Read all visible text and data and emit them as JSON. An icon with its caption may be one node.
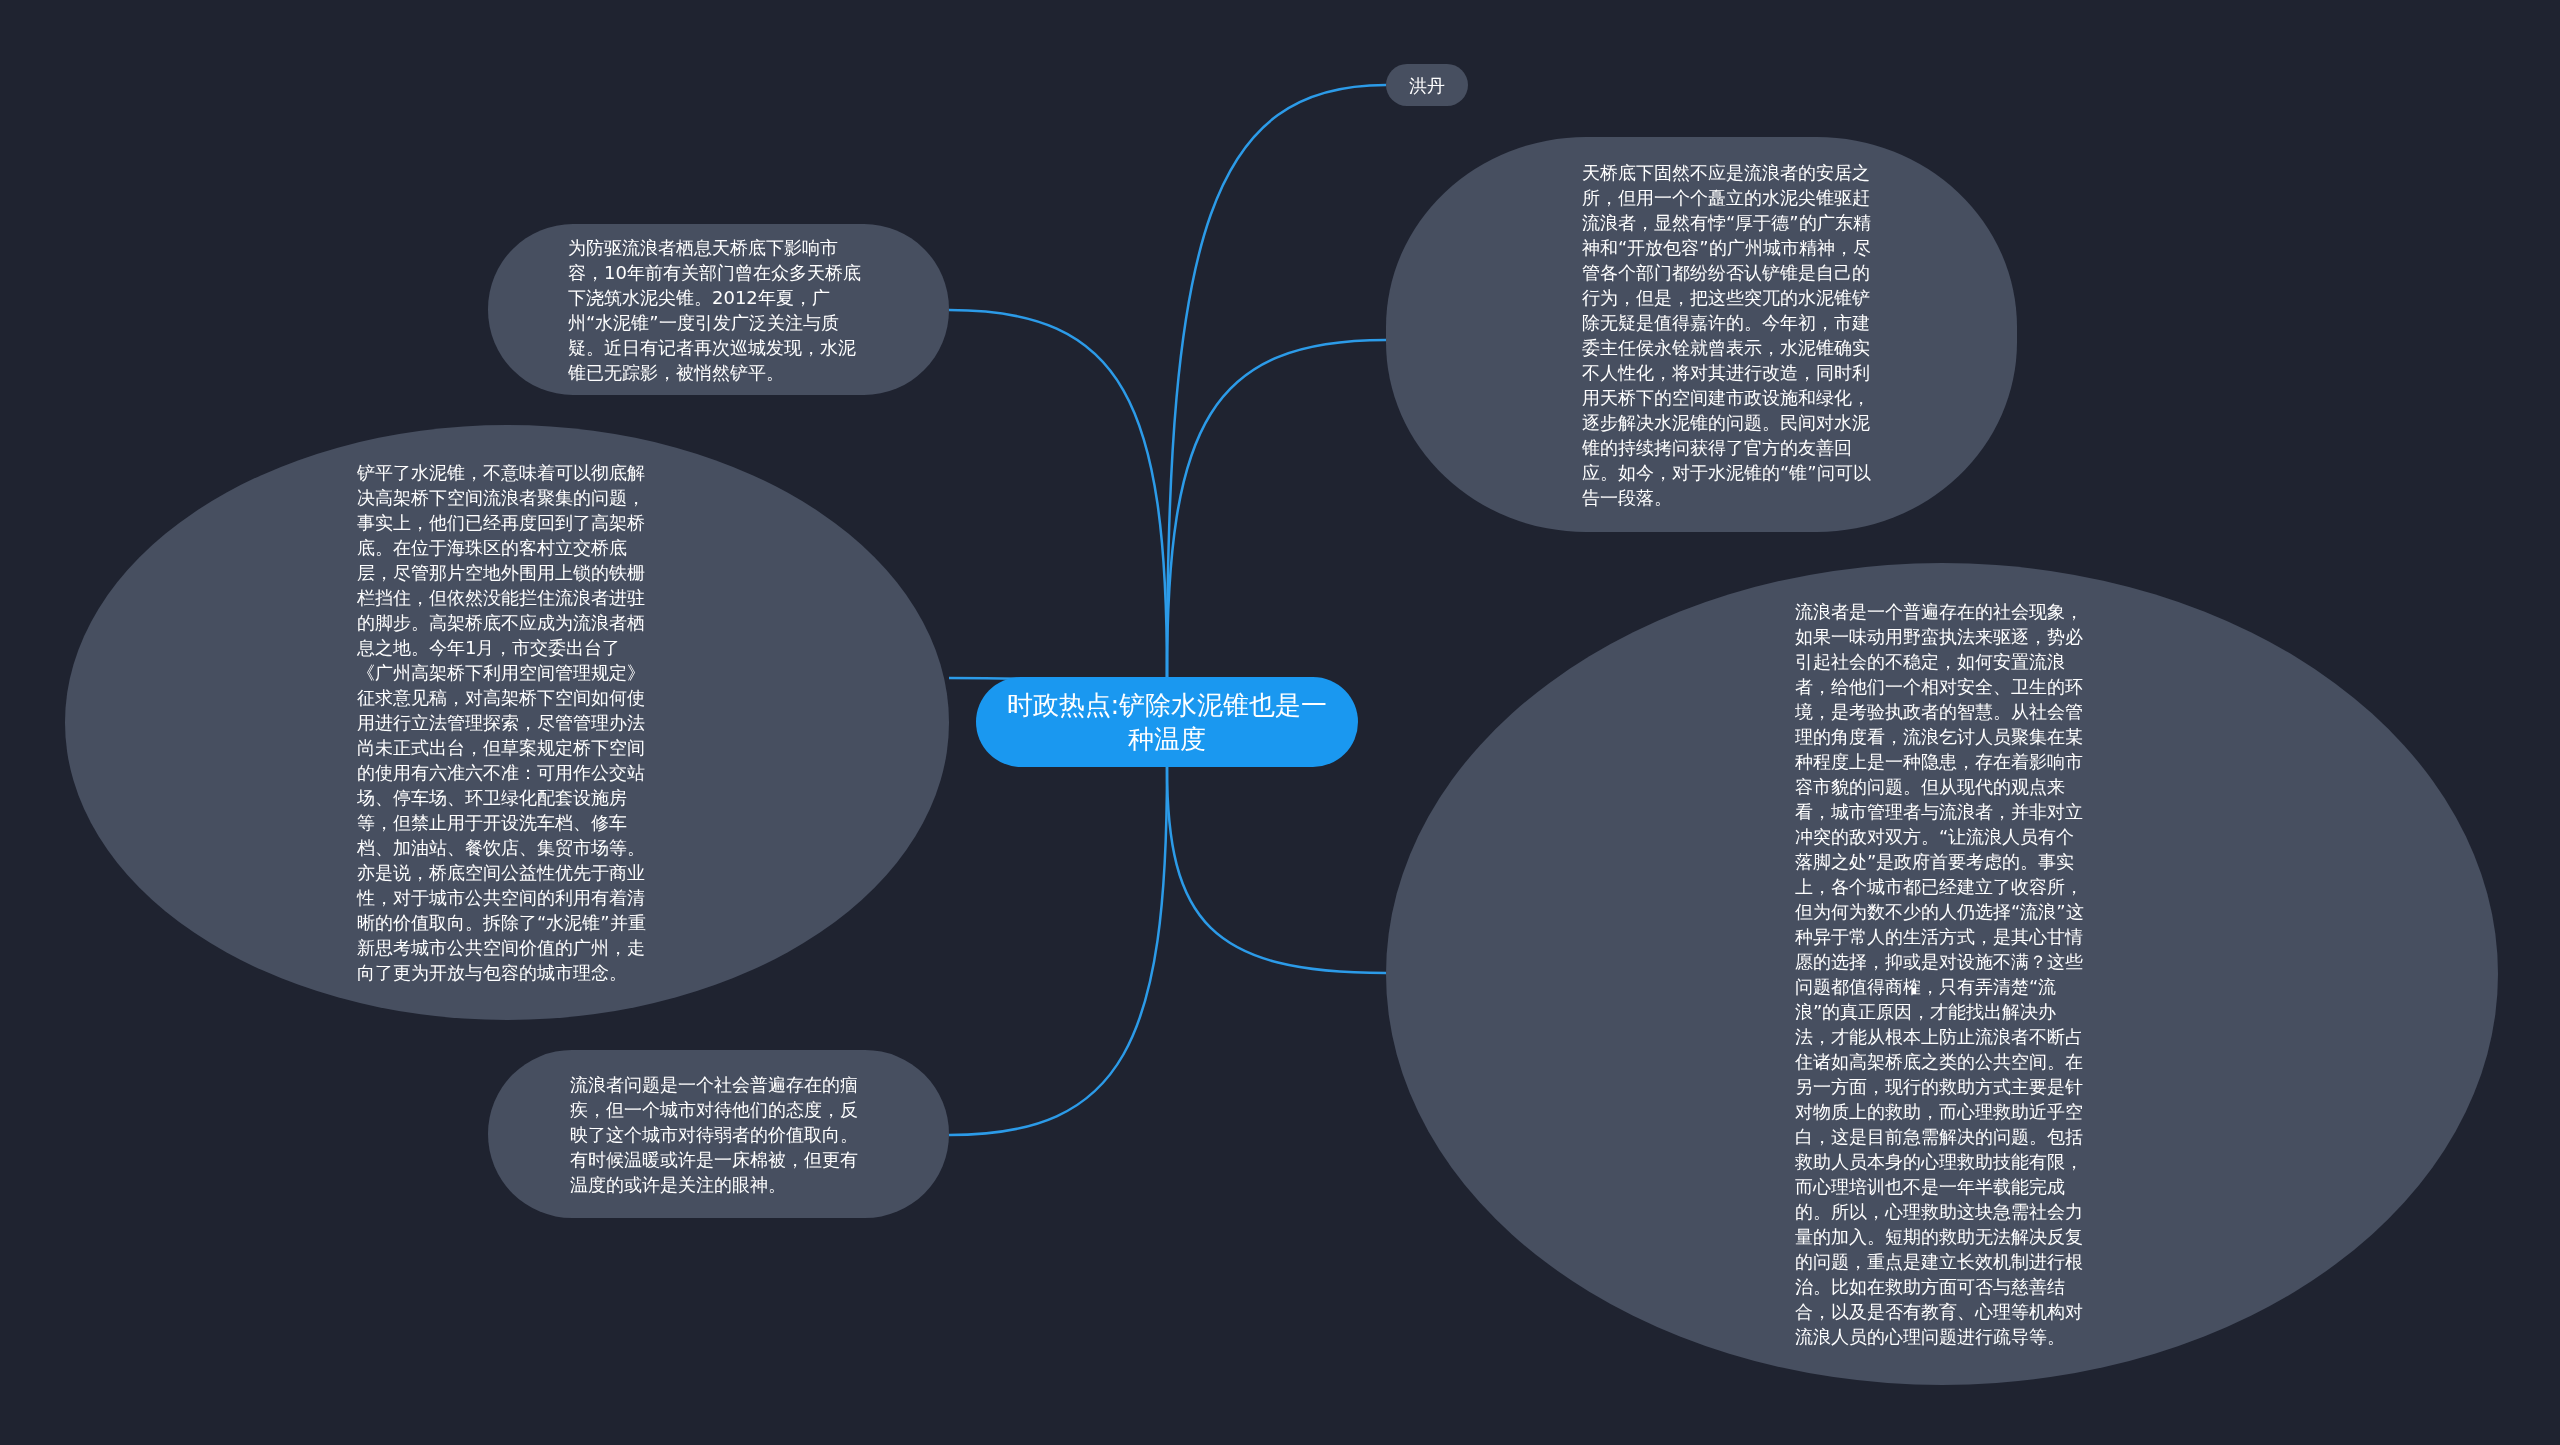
{
  "diagram": {
    "nodes": [
      {
        "text": [
          "时政热点:铲除水泥锥也是一种温度"
        ]
      },
      {
        "text": [
          "洪丹"
        ]
      },
      {
        "text": [
          "为防驱流浪者栖息天桥底下影响市容，10年前有关部门曾在众多天桥底下浇筑水泥尖锥。2012年夏，广州“水泥锥”一度引发广泛关注与质疑。近日有记者再次巡城发现，水泥锥已无踪影，被悄然铲平。"
        ]
      },
      {
        "text": [
          "天桥底下固然不应是流浪者的安居之所，但用一个个矗立的水泥尖锥驱赶流浪者，显然有悖“厚于德”的广东精神和“开放包容”的广州城市精神，尽管各个部门都纷纷否认铲锥是自己的行为，但是，把这些突兀的水泥锥铲除无疑是值得嘉许的。今年初，市建委主任侯永铨就曾表示，水泥锥确实不人性化，将对其进行改造，同时利用天桥下的空间建市政设施和绿化，逐步解决水泥锥的问题。民间对水泥锥的持续拷问获得了官方的友善回应。如今，对于水泥锥的“锥”问可以告一段落。"
        ]
      },
      {
        "text": [
          "铲平了水泥锥，不意味着可以彻底解决高架桥下空间流浪者聚集的问题，事实上，他们已经再度回到了高架桥底。在位于海珠区的客村立交桥底层，尽管那片空地外围用上锁的铁栅栏挡住，但依然没能拦住流浪者进驻的脚步。高架桥底不应成为流浪者栖息之地。今年1月，市交委出台了《广州高架桥下利用空间管理规定》征求意见稿，对高架桥下空间如何使用进行立法管理探索，尽管管理办法尚未正式出台，但草案规定桥下空间的使用有六准六不准：可用作公交站场、停车场、环卫绿化配套设施房等，但禁止用于开设洗车档、修车档、加油站、餐饮店、集贸市场等。亦是说，桥底空间公益性优先于商业性，对于城市公共空间的利用有着清晰的价值取向。拆除了“水泥锥”并重新思考城市公共空间价值的广州，走向了更为开放与包容的城市理念。"
        ]
      },
      {
        "text": [
          "流浪者是一个普遍存在的社会现象，如果一味动用野蛮执法来驱逐，势必引起社会的不稳定，如何安置流浪者，给他们一个相对安全、卫生的环境，是考验执政者的智慧。从社会管理的角度看，流浪乞讨人员聚集在某种程度上是一种隐患，存在着影响市容市貌的问题。但从现代的观点来看，城市管理者与流浪者，并非对立冲突的敌对双方。“让流浪人员有个落脚之处”是政府首要考虑的。事实上，各个城市都已经建立了收容所，但为何为数不少的人仍选择“流浪”这种异于常人的生活方式，是其心甘情愿的选择，抑或是对设施不满？这些问题都值得商榷，只有弄清楚“流浪”的真正原因，才能找出解决办法，才能从根本上防止流浪者不断占住诸如高架桥底之类的公共空间。在另一方面，现行的救助方式主要是针对物质上的救助，而心理救助近乎空白，这是目前急需解决的问题。包括救助人员本身的心理救助技能有限，而心理培训也不是一年半载能完成的。所以，心理救助这块急需社会力量的加入。短期的救助无法解决反复的问题，重点是建立长效机制进行根治。比如在救助方面可否与慈善结合，以及是否有教育、心理等机构对流浪人员的心理问题进行疏导等。"
        ]
      },
      {
        "text": [
          "流浪者问题是一个社会普遍存在的痼疾，但一个城市对待他们的态度，反映了这个城市对待弱者的价值取向。有时候温暖或许是一床棉被，但更有温度的或许是关注的眼神。"
        ]
      }
    ],
    "edges": [
      {
        "from": 0,
        "to": 1,
        "arrow": "none"
      },
      {
        "from": 0,
        "to": 2,
        "arrow": "none"
      },
      {
        "from": 0,
        "to": 3,
        "arrow": "none"
      },
      {
        "from": 0,
        "to": 4,
        "arrow": "none"
      },
      {
        "from": 0,
        "to": 5,
        "arrow": "none"
      },
      {
        "from": 0,
        "to": 6,
        "arrow": "none"
      }
    ]
  }
}
